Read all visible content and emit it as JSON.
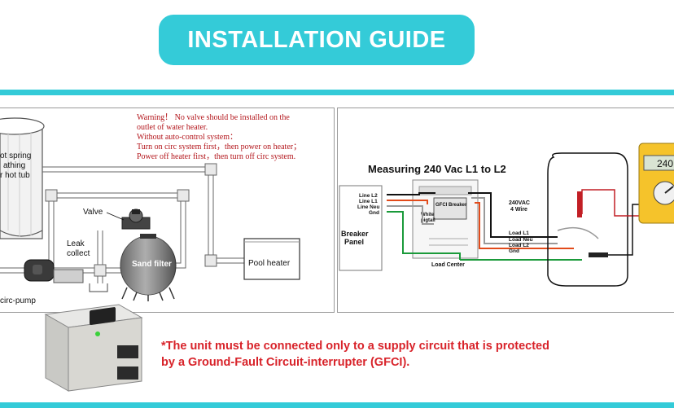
{
  "header": {
    "title": "INSTALLATION GUIDE"
  },
  "plumbing_diagram": {
    "warning_lines": [
      "Warning！ No valve should be installed on the",
      "outlet of water heater.",
      "Without auto-control system：",
      "Turn on circ system first，then power on heater；",
      "Power off heater first，then turn off circ system."
    ],
    "tub_label_lines": [
      "ot spring",
      "athing",
      "r hot tub"
    ],
    "valve_label": "Valve",
    "leak_label_lines": [
      "Leak",
      "collect"
    ],
    "sand_filter_label": "Sand filter",
    "pool_heater_label": "Pool heater",
    "pump_label": "circ-pump"
  },
  "wiring_diagram": {
    "title": "Measuring 240 Vac L1 to L2",
    "line_labels": [
      "Line L2",
      "Line L1",
      "Line Neu",
      "Gnd"
    ],
    "breaker_panel_lines": [
      "Breaker",
      "Panel"
    ],
    "gfci_breaker_label": "GFCI Breaker",
    "white_pigtail_lines": [
      "White",
      "pigtail"
    ],
    "load_center_label": "Load Center",
    "supply_label_lines": [
      "240VAC",
      "4 Wire"
    ],
    "load_labels": [
      "Load L1",
      "Load Neu",
      "Load L2",
      "Gnd"
    ],
    "meter_reading": "240"
  },
  "notice": {
    "lines": [
      "*The unit must be connected only to a supply circuit that is protected",
      "by a Ground-Fault Circuit-interrupter (GFCI)."
    ]
  },
  "colors": {
    "accent": "#34cbd8",
    "warning_text": "#b3151b",
    "notice_text": "#d8232a"
  }
}
